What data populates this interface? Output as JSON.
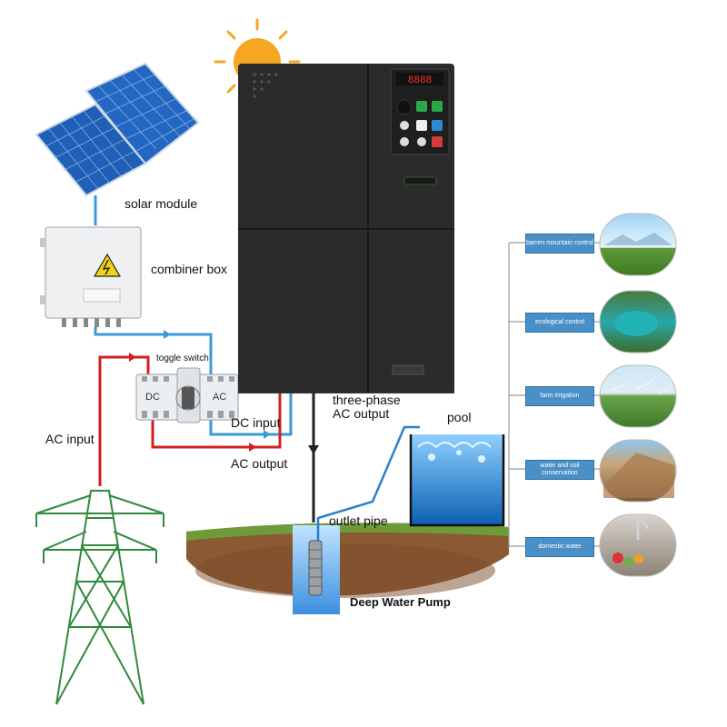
{
  "labels": {
    "solar_module": "solar module",
    "combiner_box": "combiner box",
    "toggle_switch": "toggle switch",
    "dc": "DC",
    "ac": "AC",
    "dc_input": "DC input",
    "ac_output_switch": "AC output",
    "ac_input": "AC input",
    "three_phase_line1": "three-phase",
    "three_phase_line2": "AC output",
    "pool": "pool",
    "outlet_pipe": "outlet pipe",
    "deep_water_pump": "Deep Water Pump"
  },
  "applications": [
    {
      "label": "barren mountain control",
      "icon": "mountain-photo"
    },
    {
      "label": "ecological control",
      "icon": "lake-photo"
    },
    {
      "label": "farm irrigation",
      "icon": "irrigation-photo"
    },
    {
      "label": "water and soil conservation",
      "icon": "hillside-photo"
    },
    {
      "label": "domestic water",
      "icon": "kitchen-faucet-photo"
    }
  ],
  "colors": {
    "dc_line": "#3a9ad9",
    "ac_line": "#d02020",
    "inverter_body": "#2b2b2b",
    "app_box": "#4a90c8",
    "tower": "#2f8a3a",
    "sun": "#f5a623",
    "water": "#2a7fd0"
  },
  "icons": [
    "sun-icon",
    "solar-panel-icon",
    "combiner-box-icon",
    "toggle-switch-icon",
    "inverter-icon",
    "power-tower-icon",
    "pump-icon",
    "pool-icon"
  ]
}
